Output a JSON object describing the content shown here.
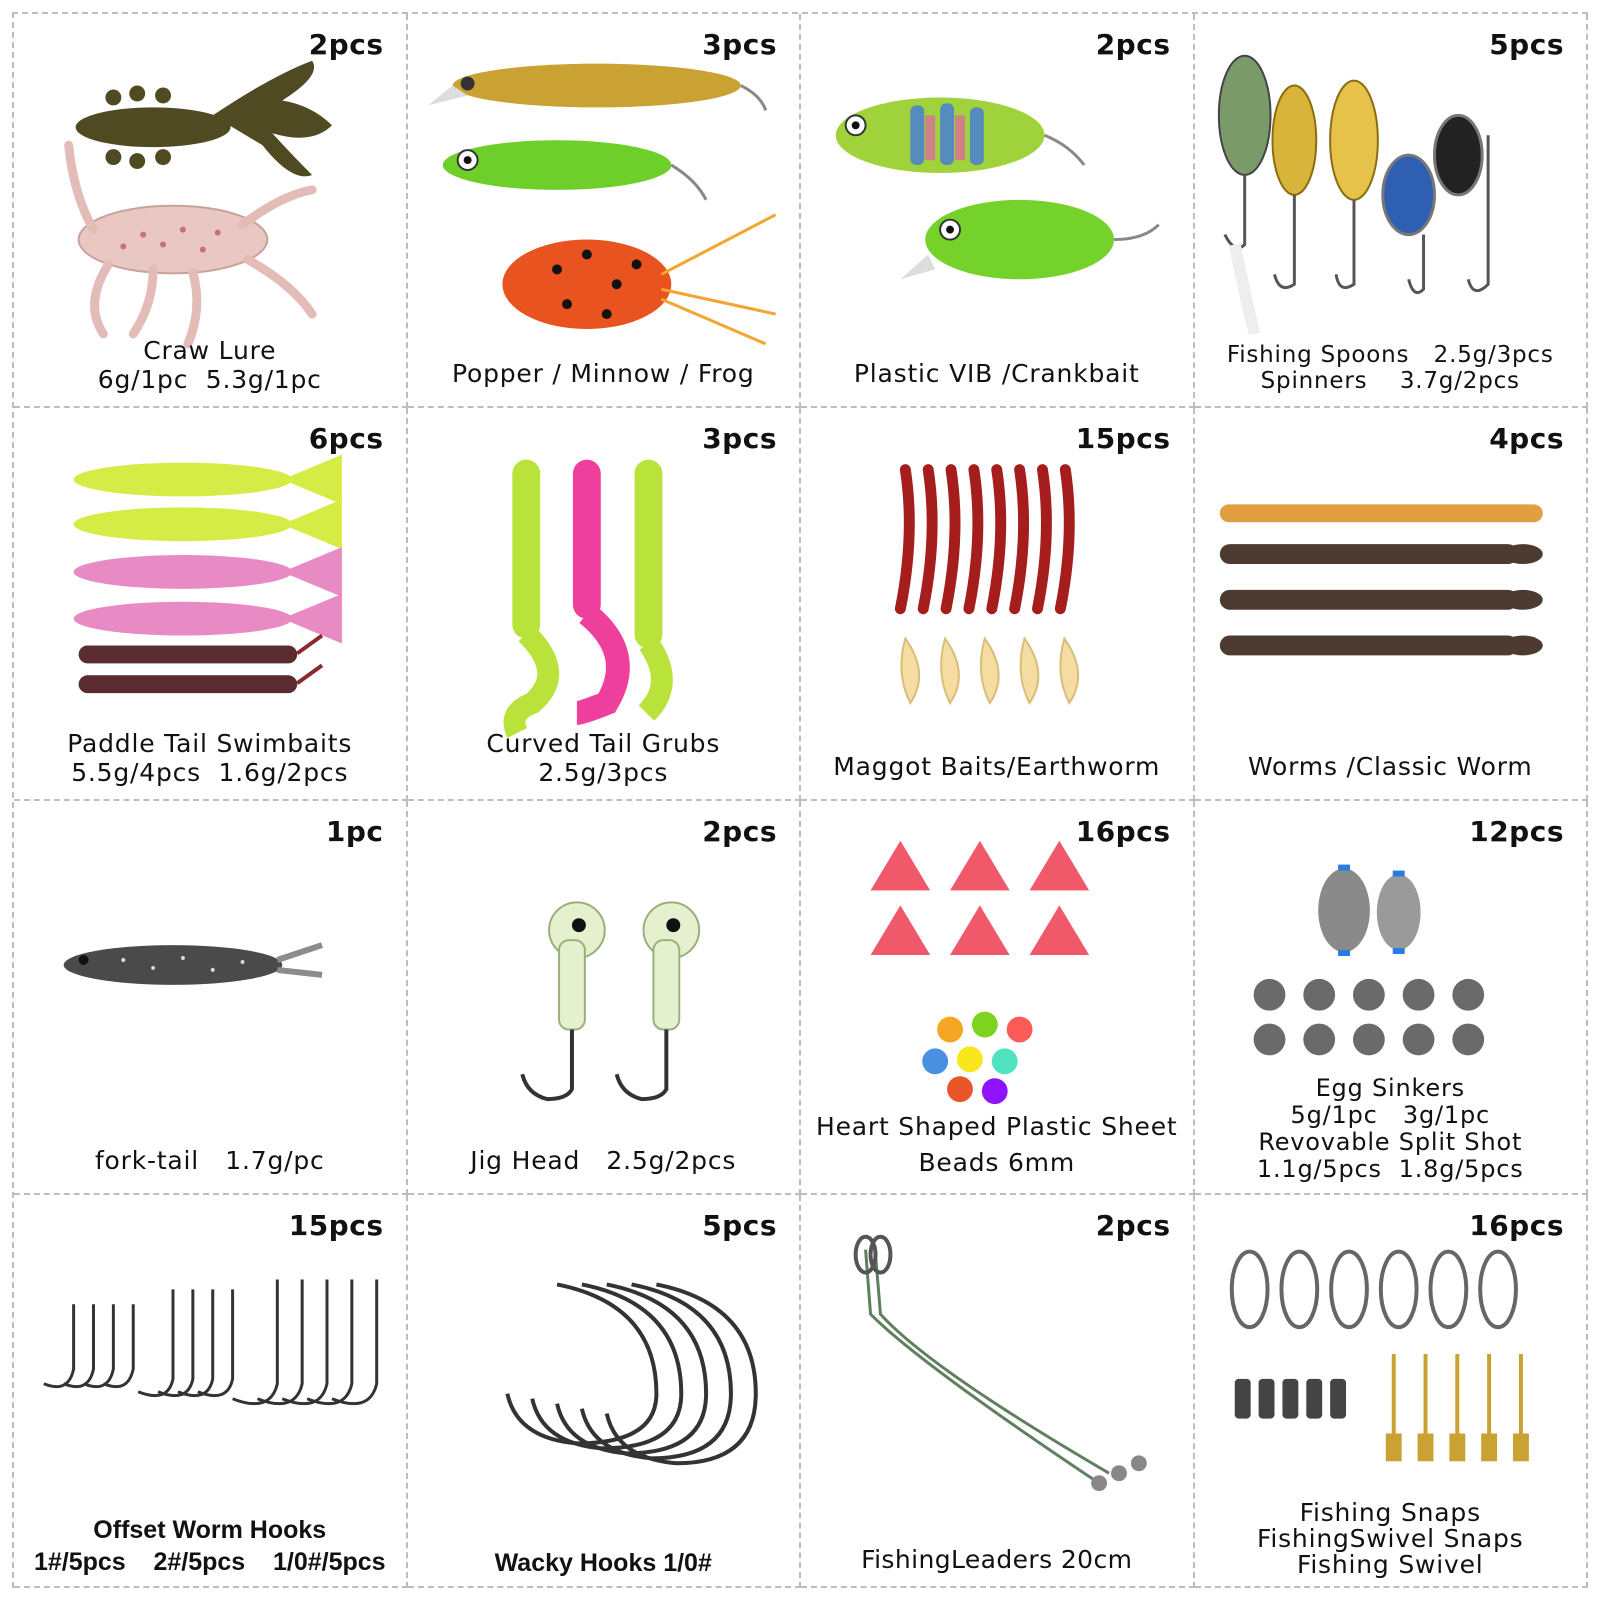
{
  "colors": {
    "border": "#bdbdbd",
    "text": "#111111"
  },
  "items": [
    {
      "qty": "2pcs",
      "lines": [
        "Craw Lure",
        "6g/1pc  5.3g/1pc"
      ],
      "art": "craw-lure-icon"
    },
    {
      "qty": "3pcs",
      "lines": [
        "Popper / Minnow / Frog"
      ],
      "art": "popper-minnow-frog-icon"
    },
    {
      "qty": "2pcs",
      "lines": [
        "Plastic VIB /Crankbait"
      ],
      "art": "crankbait-icon"
    },
    {
      "qty": "5pcs",
      "lines": [
        "Fishing Spoons   2.5g/3pcs",
        "Spinners    3.7g/2pcs"
      ],
      "art": "spoons-spinners-icon"
    },
    {
      "qty": "6pcs",
      "lines": [
        "Paddle Tail Swimbaits",
        "5.5g/4pcs  1.6g/2pcs"
      ],
      "art": "swimbaits-icon"
    },
    {
      "qty": "3pcs",
      "lines": [
        "Curved Tail Grubs",
        "2.5g/3pcs"
      ],
      "art": "grubs-icon"
    },
    {
      "qty": "15pcs",
      "lines": [
        "Maggot Baits/Earthworm"
      ],
      "art": "maggot-earthworm-icon"
    },
    {
      "qty": "4pcs",
      "lines": [
        "Worms /Classic Worm"
      ],
      "art": "classic-worm-icon"
    },
    {
      "qty": "1pc",
      "lines": [
        "fork-tail   1.7g/pc"
      ],
      "art": "fork-tail-icon"
    },
    {
      "qty": "2pcs",
      "lines": [
        "Jig Head   2.5g/2pcs"
      ],
      "art": "jig-head-icon"
    },
    {
      "qty": "16pcs",
      "lines": [
        "Heart Shaped Plastic Sheet",
        "Beads 6mm"
      ],
      "art": "hearts-beads-icon"
    },
    {
      "qty": "12pcs",
      "lines": [
        "Egg Sinkers",
        "5g/1pc   3g/1pc",
        "Revovable Split Shot",
        "1.1g/5pcs  1.8g/5pcs"
      ],
      "art": "sinkers-icon"
    },
    {
      "qty": "15pcs",
      "lines": [
        "Offset Worm Hooks",
        "1#/5pcs    2#/5pcs    1/0#/5pcs"
      ],
      "art": "offset-hooks-icon",
      "bold": true
    },
    {
      "qty": "5pcs",
      "lines": [
        "Wacky Hooks 1/0#"
      ],
      "art": "wacky-hooks-icon",
      "bold": true
    },
    {
      "qty": "2pcs",
      "lines": [
        "FishingLeaders 20cm"
      ],
      "art": "leaders-icon"
    },
    {
      "qty": "16pcs",
      "lines": [
        "Fishing Snaps",
        "FishingSwivel Snaps",
        "Fishing Swivel"
      ],
      "art": "snaps-swivels-icon"
    }
  ]
}
